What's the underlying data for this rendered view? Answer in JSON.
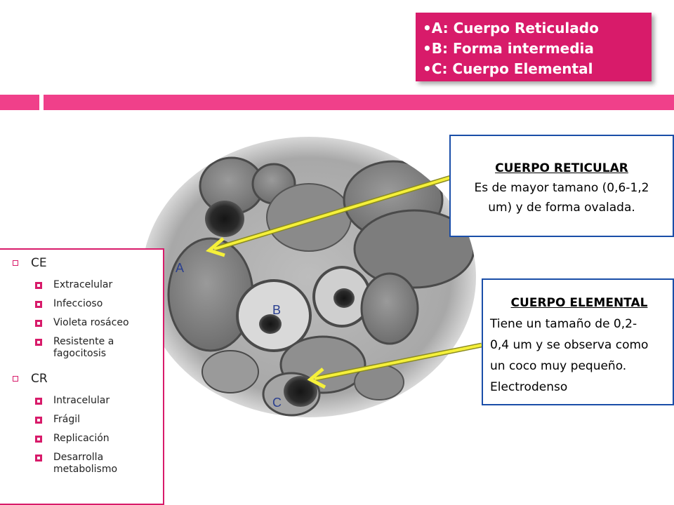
{
  "legend": {
    "lines": [
      "•A: Cuerpo Reticulado",
      "•B: Forma intermedia",
      "•C: Cuerpo Elemental"
    ]
  },
  "micrograph": {
    "label_a": "A",
    "label_b": "B",
    "label_c": "C"
  },
  "callout_reticular": {
    "title": "CUERPO RETICULAR",
    "line1": "Es de mayor tamano (0,6-1,2",
    "line2": "um) y de forma ovalada."
  },
  "callout_elemental": {
    "title": "CUERPO ELEMENTAL",
    "line1": "Tiene un tamaño de 0,2-",
    "line2": "0,4 um y se observa como",
    "line3": "un coco muy pequeño.",
    "line4": "Electrodenso"
  },
  "sidebar": {
    "groups": [
      {
        "label": "CE",
        "items": [
          "Extracelular",
          "Infeccioso",
          "Violeta rosáceo",
          "Resistente a fagocitosis"
        ]
      },
      {
        "label": "CR",
        "items": [
          "Intracelular",
          "Frágil",
          "Replicación",
          "Desarrolla metabolismo"
        ]
      }
    ]
  },
  "colors": {
    "accent": "#d81b6a",
    "bar": "#f0408a",
    "callout_border": "#1a4ea8",
    "arrow": "#f5f03a"
  }
}
